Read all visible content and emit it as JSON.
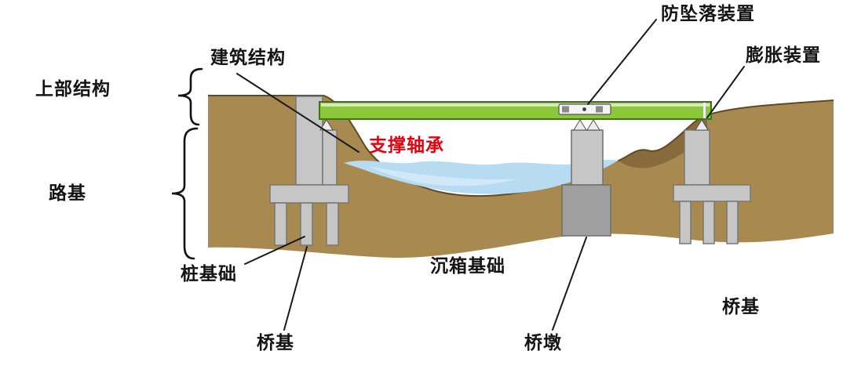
{
  "figure": {
    "type": "bridge-structure-cross-section-diagram",
    "labels": {
      "fall_prevention": "防坠落装置",
      "expansion": "膨胀装置",
      "building_structure": "建筑结构",
      "superstructure": "上部结构",
      "roadbed": "路基",
      "support_bearing": "支撑轴承",
      "pile_foundation": "桩基础",
      "caisson_foundation": "沉箱基础",
      "abutment_left": "桥基",
      "pier": "桥墩",
      "abutment_right": "桥基"
    },
    "colors": {
      "ground": "#a8894f",
      "ground_dark": "#7d6136",
      "ground_edge": "#5f4a26",
      "water": "#b7dbf1",
      "water_light": "#d9ecf9",
      "deck": "#8cc63c",
      "deck_edge": "#44711c",
      "deck_top": "#ddeec0",
      "concrete": "#c6c6c6",
      "concrete_dark": "#9f9f9f",
      "concrete_edge": "#777777",
      "bearing": "#ededed",
      "device_fill": "#f4f4f4",
      "leader_line": "#1a1a1a",
      "text": "#141414",
      "accent_red": "#e8000d"
    }
  }
}
